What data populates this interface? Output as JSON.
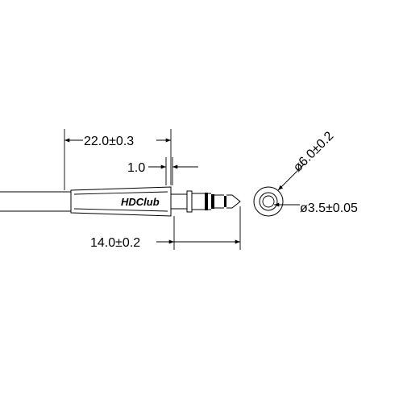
{
  "drawing": {
    "logo": "HDClub",
    "dims": {
      "overall_length": "22.0±0.3",
      "sleeve_gap": "1.0",
      "plug_length": "14.0±0.2",
      "outer_diameter": "ø6.0±0.2",
      "plug_diameter": "ø3.5±0.05"
    }
  },
  "colors": {
    "line": "#000000",
    "background": "#ffffff"
  }
}
